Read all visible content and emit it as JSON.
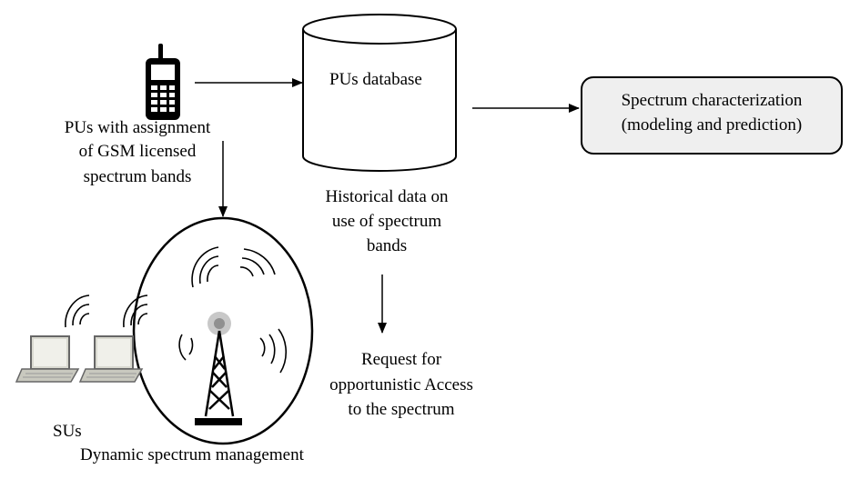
{
  "diagram": {
    "database_label": "PUs database",
    "characterization_line1": "Spectrum characterization",
    "characterization_line2": "(modeling and prediction)",
    "pus_label": [
      "PUs with assignment",
      "of GSM licensed",
      "spectrum bands"
    ],
    "historical_label": [
      "Historical data on",
      "use of spectrum",
      "bands"
    ],
    "request_label": [
      "Request for",
      "opportunistic Access",
      "to the spectrum"
    ],
    "sus_label": "SUs",
    "dsm_label": "Dynamic spectrum management"
  },
  "icons": {
    "phone": "mobile-phone-icon",
    "tower": "cell-tower-icon",
    "laptop": "laptop-icon",
    "signal": "wireless-signal-icon",
    "database": "database-cylinder"
  }
}
